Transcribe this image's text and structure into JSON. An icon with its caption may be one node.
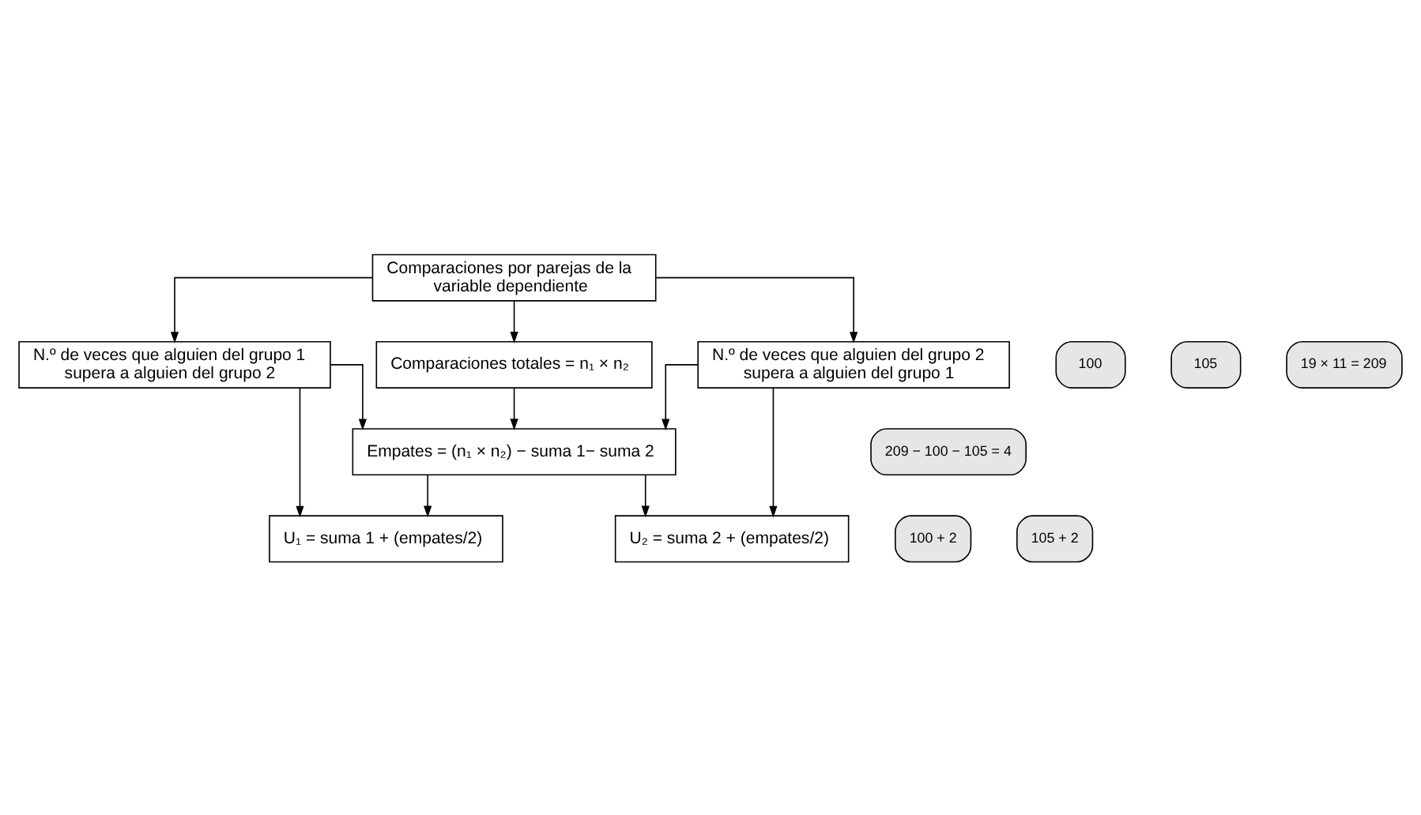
{
  "diagram": {
    "nodes": [
      {
        "text": [
          "Comparaciones por parejas de la variable dependiente"
        ]
      },
      {
        "text": [
          "100"
        ]
      },
      {
        "text": [
          "N.º de veces que alguien del grupo 1 supera a alguien del grupo 2"
        ]
      },
      {
        "text": [
          "105"
        ]
      },
      {
        "text": [
          "N.º de veces que alguien del grupo 2 supera a alguien del grupo 1"
        ]
      },
      {
        "text": [
          "Comparaciones totales = n₁ × n₂"
        ]
      },
      {
        "text": [
          "19 × 11 = 209"
        ]
      },
      {
        "text": [
          "209 − 100 − 105 = 4"
        ]
      },
      {
        "text": [
          "Empates = (n₁ × n₂) − suma 1− suma 2"
        ]
      },
      {
        "text": [
          "100 + 2"
        ]
      },
      {
        "text": [
          "U₁ = suma 1 + (empates/2)"
        ]
      },
      {
        "text": [
          "105 + 2"
        ]
      },
      {
        "text": [
          "U₂ = suma 2 + (empates/2)"
        ]
      }
    ],
    "edges": [
      {
        "from": 0,
        "to": 2,
        "arrow": "to"
      },
      {
        "from": 0,
        "to": 5,
        "arrow": "to"
      },
      {
        "from": 0,
        "to": 4,
        "arrow": "to"
      },
      {
        "from": 5,
        "to": 8,
        "arrow": "to"
      },
      {
        "from": 2,
        "to": 8,
        "arrow": "to"
      },
      {
        "from": 4,
        "to": 8,
        "arrow": "to"
      },
      {
        "from": 2,
        "to": 10,
        "arrow": "to"
      },
      {
        "from": 8,
        "to": 10,
        "arrow": "to"
      },
      {
        "from": 8,
        "to": 12,
        "arrow": "to"
      },
      {
        "from": 4,
        "to": 12,
        "arrow": "to"
      }
    ]
  }
}
